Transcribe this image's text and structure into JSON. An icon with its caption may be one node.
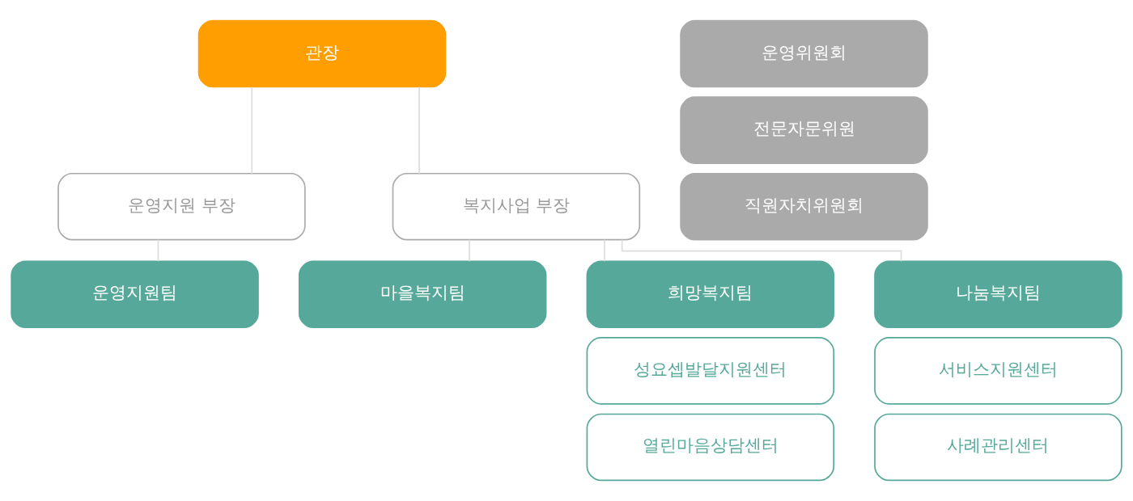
{
  "diagram": {
    "nodes": [
      {
        "text": [
          "관장"
        ]
      },
      {
        "text": [
          "운영위원회"
        ]
      },
      {
        "text": [
          "전문자문위원"
        ]
      },
      {
        "text": [
          "직원자치위원회"
        ]
      },
      {
        "text": [
          "운영지원 부장"
        ]
      },
      {
        "text": [
          "복지사업 부장"
        ]
      },
      {
        "text": [
          "운영지원팀"
        ]
      },
      {
        "text": [
          "마을복지팀"
        ]
      },
      {
        "text": [
          "희망복지팀"
        ]
      },
      {
        "text": [
          "나눔복지팀"
        ]
      },
      {
        "text": [
          "성요셉발달지원센터"
        ]
      },
      {
        "text": [
          "열린마음상담센터"
        ]
      },
      {
        "text": [
          "서비스지원센터"
        ]
      },
      {
        "text": [
          "사례관리센터"
        ]
      }
    ],
    "edges": [
      {
        "from": 0,
        "to": 4,
        "arrow": "none"
      },
      {
        "from": 0,
        "to": 5,
        "arrow": "none"
      },
      {
        "from": 4,
        "to": 6,
        "arrow": "none"
      },
      {
        "from": 5,
        "to": 7,
        "arrow": "none"
      },
      {
        "from": 5,
        "to": 8,
        "arrow": "none"
      },
      {
        "from": 5,
        "to": 9,
        "arrow": "none"
      }
    ]
  }
}
